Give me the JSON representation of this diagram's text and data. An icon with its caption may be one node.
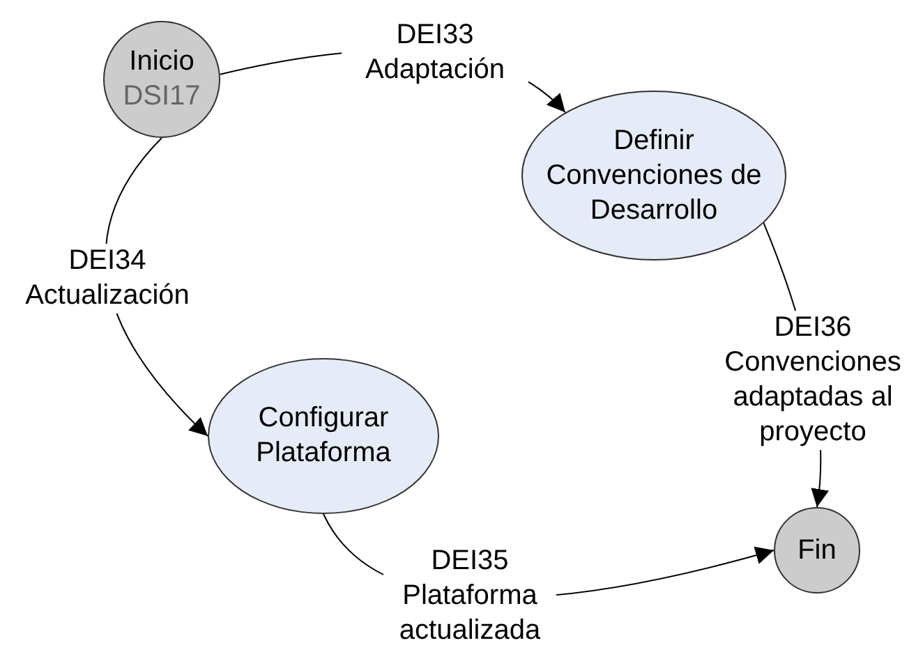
{
  "diagram": {
    "nodes": [
      {
        "text": [
          "Inicio",
          "DSI17"
        ]
      },
      {
        "text": [
          "Definir Convenciones de Desarrollo"
        ]
      },
      {
        "text": [
          "Configurar Plataforma"
        ]
      },
      {
        "text": [
          "Fin"
        ]
      }
    ],
    "edges": [
      {
        "from": 0,
        "to": 1,
        "arrow": "to",
        "label": "DEI33 Adaptación"
      },
      {
        "from": 0,
        "to": 2,
        "arrow": "to",
        "label": "DEI34 Actualización"
      },
      {
        "from": 1,
        "to": 3,
        "arrow": "to",
        "label": "DEI36 Convenciones adaptadas al proyecto"
      },
      {
        "from": 2,
        "to": 3,
        "arrow": "to",
        "label": "DEI35 Plataforma actualizada"
      }
    ]
  }
}
